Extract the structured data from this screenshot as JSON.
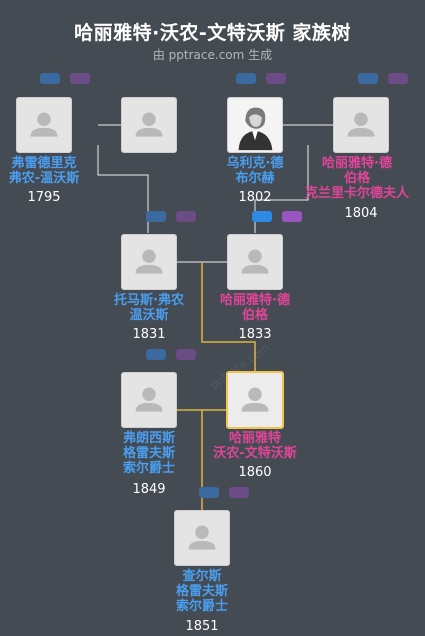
{
  "header": {
    "title": "哈丽雅特·沃农-文特沃斯 家族树",
    "subtitle": "由 pptrace.com 生成"
  },
  "watermark": "pptrace.com",
  "colors": {
    "male": "#4a9ef0",
    "female": "#e2449a",
    "highlight": "#f0c44c",
    "line": "#ffffff"
  },
  "people": [
    {
      "id": "p1",
      "name_lines": [
        "弗雷德里克",
        "弗农-温沃斯"
      ],
      "year": "1795",
      "gender": "male",
      "icon": "person-silhouette-icon"
    },
    {
      "id": "p2",
      "name_lines": [],
      "year": "",
      "gender": "female",
      "icon": "person-silhouette-icon"
    },
    {
      "id": "p3",
      "name_lines": [
        "乌利克·德",
        "布尔赫"
      ],
      "year": "1802",
      "gender": "male",
      "icon": "portrait-photo-icon"
    },
    {
      "id": "p4",
      "name_lines": [
        "哈丽雅特·德",
        "伯格",
        "克兰里卡尔德夫人"
      ],
      "year": "1804",
      "gender": "female",
      "icon": "person-silhouette-icon"
    },
    {
      "id": "p5",
      "name_lines": [
        "托马斯·弗农",
        "温沃斯"
      ],
      "year": "1831",
      "gender": "male",
      "icon": "person-silhouette-icon"
    },
    {
      "id": "p6",
      "name_lines": [
        "哈丽雅特·德",
        "伯格"
      ],
      "year": "1833",
      "gender": "female",
      "icon": "person-silhouette-icon"
    },
    {
      "id": "p7",
      "name_lines": [
        "弗朗西斯",
        "格雷夫斯",
        "索尔爵士"
      ],
      "year": "1849",
      "gender": "male",
      "icon": "person-silhouette-icon"
    },
    {
      "id": "p8",
      "name_lines": [
        "哈丽雅特",
        "沃农-文特沃斯"
      ],
      "year": "1860",
      "gender": "female",
      "icon": "person-silhouette-icon",
      "selected": true
    },
    {
      "id": "p9",
      "name_lines": [
        "查尔斯",
        "格雷夫斯",
        "索尔爵士"
      ],
      "year": "1851",
      "gender": "male",
      "icon": "person-silhouette-icon"
    }
  ]
}
